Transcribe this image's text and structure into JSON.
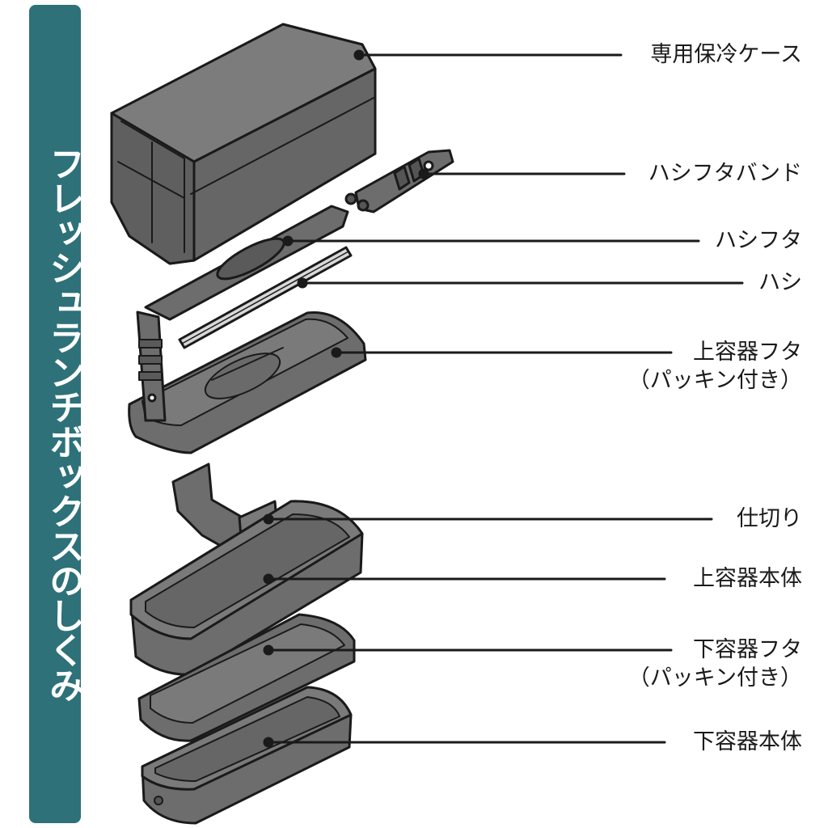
{
  "title": "フレッシュランチボックスのしくみ",
  "parts": [
    {
      "id": "case",
      "label": "専用保冷ケース",
      "note": ""
    },
    {
      "id": "band",
      "label": "ハシフタバンド",
      "note": ""
    },
    {
      "id": "chopstick-lid",
      "label": "ハシフタ",
      "note": ""
    },
    {
      "id": "chopsticks",
      "label": "ハシ",
      "note": ""
    },
    {
      "id": "upper-lid",
      "label": "上容器フタ",
      "note": "（パッキン付き）"
    },
    {
      "id": "divider",
      "label": "仕切り",
      "note": ""
    },
    {
      "id": "upper-body",
      "label": "上容器本体",
      "note": ""
    },
    {
      "id": "lower-lid",
      "label": "下容器フタ",
      "note": "（パッキン付き）"
    },
    {
      "id": "lower-body",
      "label": "下容器本体",
      "note": ""
    }
  ],
  "colors": {
    "accent": "#2e7179",
    "part_fill": "#6d6d6d",
    "part_fill_dark": "#555555",
    "part_fill_light": "#8a8a8a",
    "outline": "#1a1a1a",
    "title_text": "#ffffff"
  }
}
